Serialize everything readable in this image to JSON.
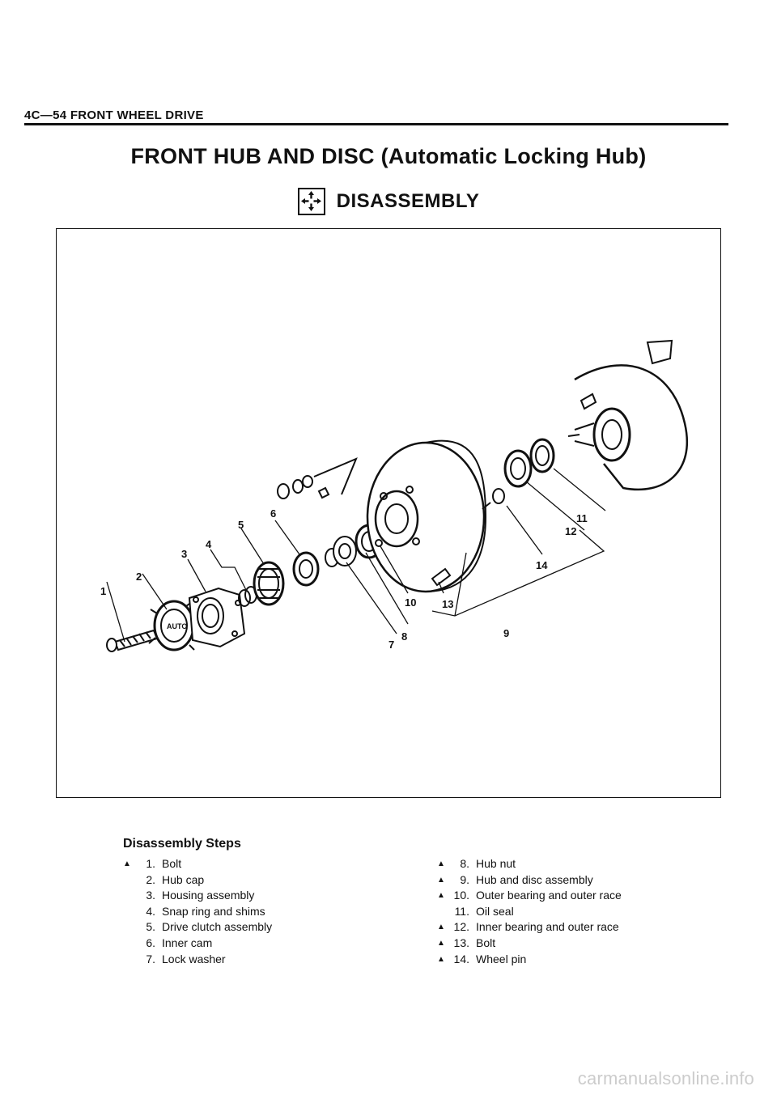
{
  "header": {
    "text": "4C—54 FRONT WHEEL DRIVE"
  },
  "title": "FRONT HUB AND DISC (Automatic Locking Hub)",
  "section": {
    "label": "DISASSEMBLY",
    "icon": "disassembly-arrows-icon"
  },
  "figure": {
    "callouts": [
      "1",
      "2",
      "3",
      "4",
      "5",
      "6",
      "7",
      "8",
      "9",
      "10",
      "11",
      "12",
      "13",
      "14"
    ],
    "hub_cap_text": "AUTO"
  },
  "steps_title": "Disassembly Steps",
  "steps_left": [
    {
      "mark": "▲",
      "num": "1.",
      "label": "Bolt"
    },
    {
      "mark": "",
      "num": "2.",
      "label": "Hub cap"
    },
    {
      "mark": "",
      "num": "3.",
      "label": "Housing assembly"
    },
    {
      "mark": "",
      "num": "4.",
      "label": "Snap ring and shims"
    },
    {
      "mark": "",
      "num": "5.",
      "label": "Drive clutch assembly"
    },
    {
      "mark": "",
      "num": "6.",
      "label": "Inner cam"
    },
    {
      "mark": "",
      "num": "7.",
      "label": "Lock washer"
    }
  ],
  "steps_right": [
    {
      "mark": "▲",
      "num": "8.",
      "label": "Hub nut"
    },
    {
      "mark": "▲",
      "num": "9.",
      "label": "Hub and disc assembly"
    },
    {
      "mark": "▲",
      "num": "10.",
      "label": "Outer bearing and outer race"
    },
    {
      "mark": "",
      "num": "11.",
      "label": "Oil seal"
    },
    {
      "mark": "▲",
      "num": "12.",
      "label": "Inner bearing and outer race"
    },
    {
      "mark": "▲",
      "num": "13.",
      "label": "Bolt"
    },
    {
      "mark": "▲",
      "num": "14.",
      "label": "Wheel pin"
    }
  ],
  "watermark": "carmanualsonline.info"
}
